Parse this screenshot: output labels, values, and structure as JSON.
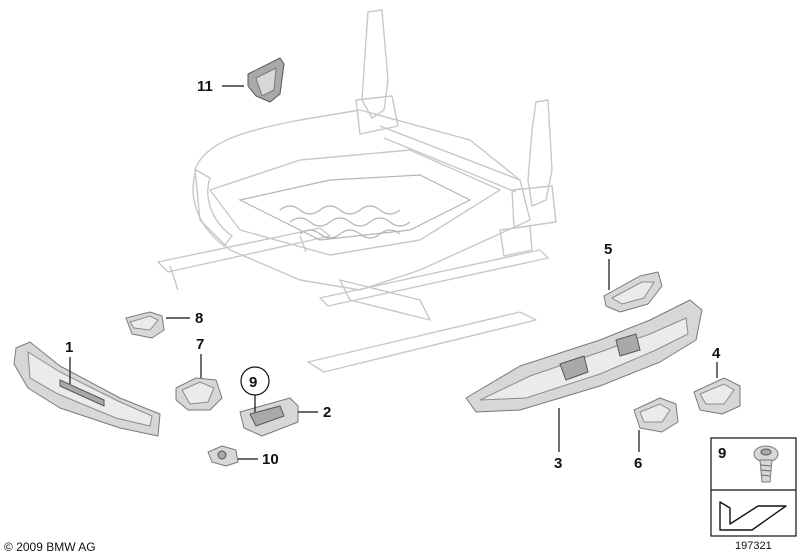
{
  "callouts": {
    "c1": "1",
    "c2": "2",
    "c3": "3",
    "c4": "4",
    "c5": "5",
    "c6": "6",
    "c7": "7",
    "c8": "8",
    "c9": "9",
    "c10": "10",
    "c11": "11"
  },
  "inset": {
    "label": "9"
  },
  "copyright": "© 2009 BMW AG",
  "diagram_number": "197321"
}
